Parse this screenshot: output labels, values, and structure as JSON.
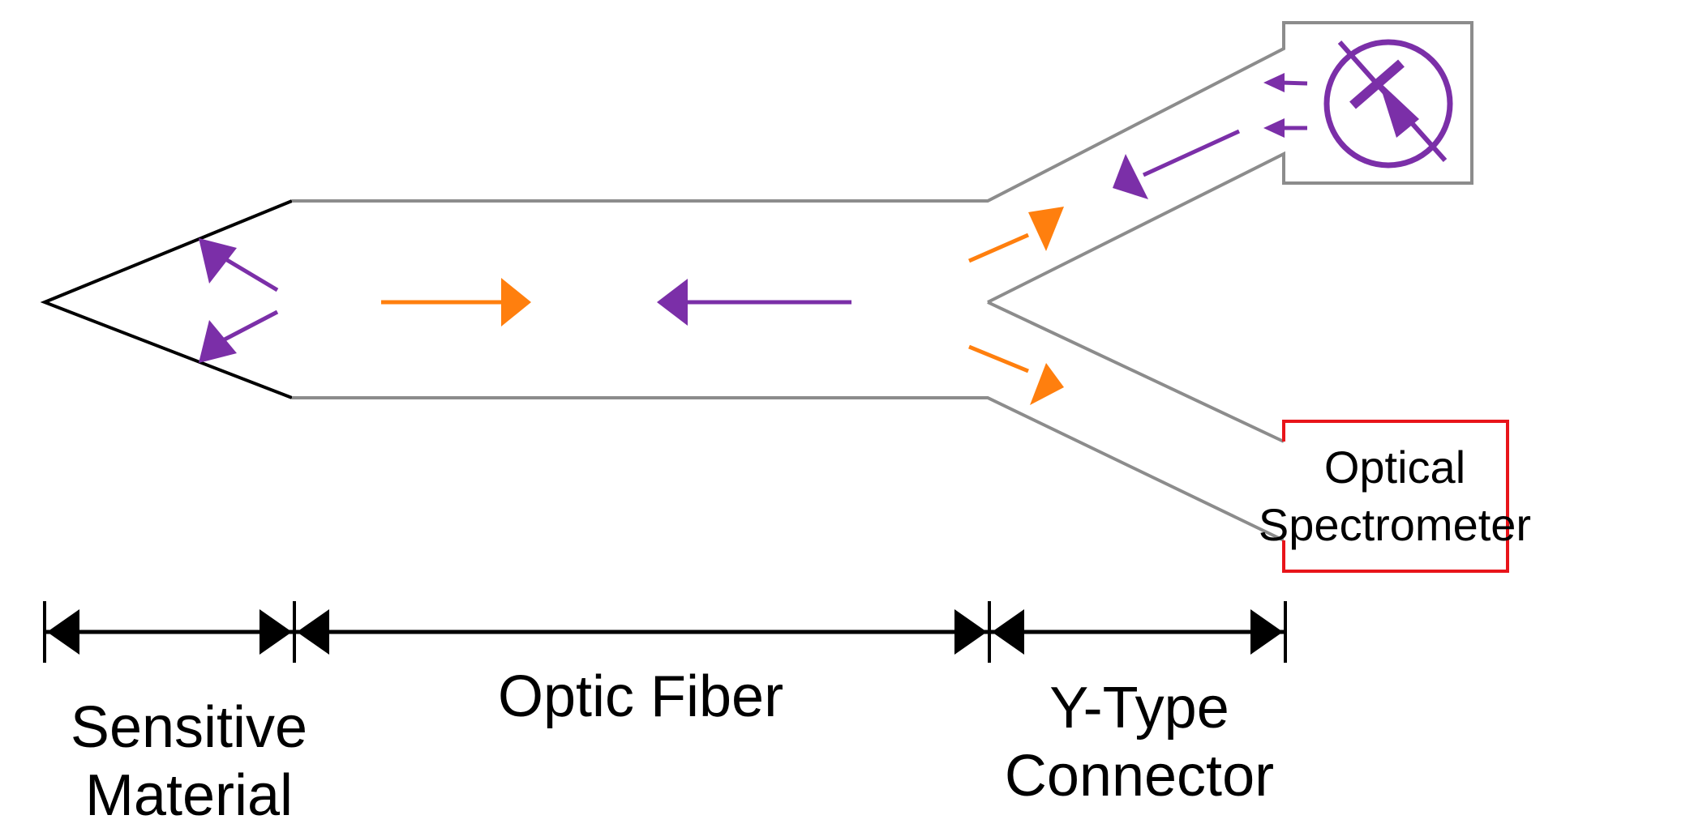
{
  "labels": {
    "optical_spectrometer": [
      "Optical",
      "Spectrometer"
    ],
    "sensitive_material": [
      "Sensitive",
      "Material"
    ],
    "optic_fiber": "Optic Fiber",
    "y_type_connector": [
      "Y-Type",
      "Connector"
    ]
  },
  "colors": {
    "excitation_light": "#FF7F0E",
    "emitted_light": "#7B2FA8",
    "fiber_outline": "#8C8C8C",
    "tip_outline": "#000000",
    "spectrometer_border": "#E8141A",
    "dimension_line": "#000000"
  },
  "icons": {
    "light_source": "light-source-diode-icon"
  }
}
